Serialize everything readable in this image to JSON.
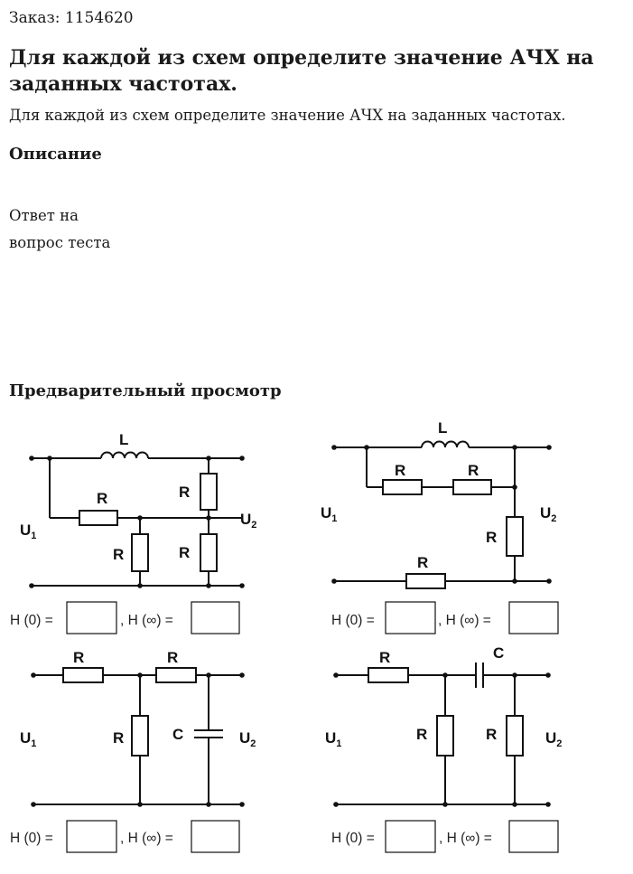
{
  "order": "Заказ: 1154620",
  "title": "Для каждой из схем определите значение АЧХ на заданных частотах.",
  "subtitle": "Для каждой из схем определите значение АЧХ на заданных частотах.",
  "description_heading": "Описание",
  "answer_line1": "Ответ на",
  "answer_line2": "вопрос теста",
  "preview_heading": "Предварительный просмотр",
  "circuit": {
    "L": "L",
    "R": "R",
    "C": "C",
    "U": "U",
    "in_sub": "1",
    "out_sub": "2",
    "h0": "H (0) =",
    "hinf": ", H (∞) ="
  }
}
